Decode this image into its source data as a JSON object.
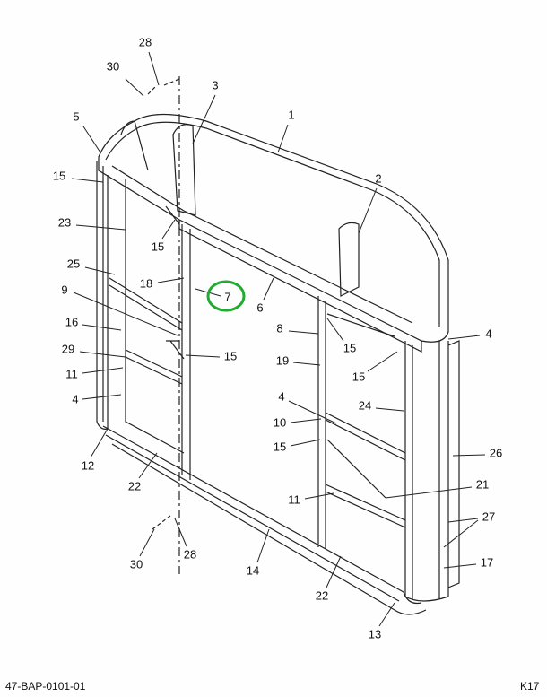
{
  "diagram": {
    "callouts": [
      "28",
      "30",
      "3",
      "1",
      "5",
      "2",
      "15",
      "23",
      "15",
      "25",
      "18",
      "7",
      "6",
      "9",
      "8",
      "15",
      "4",
      "16",
      "15",
      "29",
      "15",
      "19",
      "11",
      "4",
      "4",
      "24",
      "10",
      "15",
      "12",
      "26",
      "22",
      "21",
      "11",
      "27",
      "28",
      "30",
      "14",
      "17",
      "22",
      "13"
    ],
    "highlighted_callout": "7",
    "highlight_color": "#22aa33"
  },
  "footer": {
    "drawing_number": "47-BAP-0101-01",
    "sheet_code": "K17"
  }
}
